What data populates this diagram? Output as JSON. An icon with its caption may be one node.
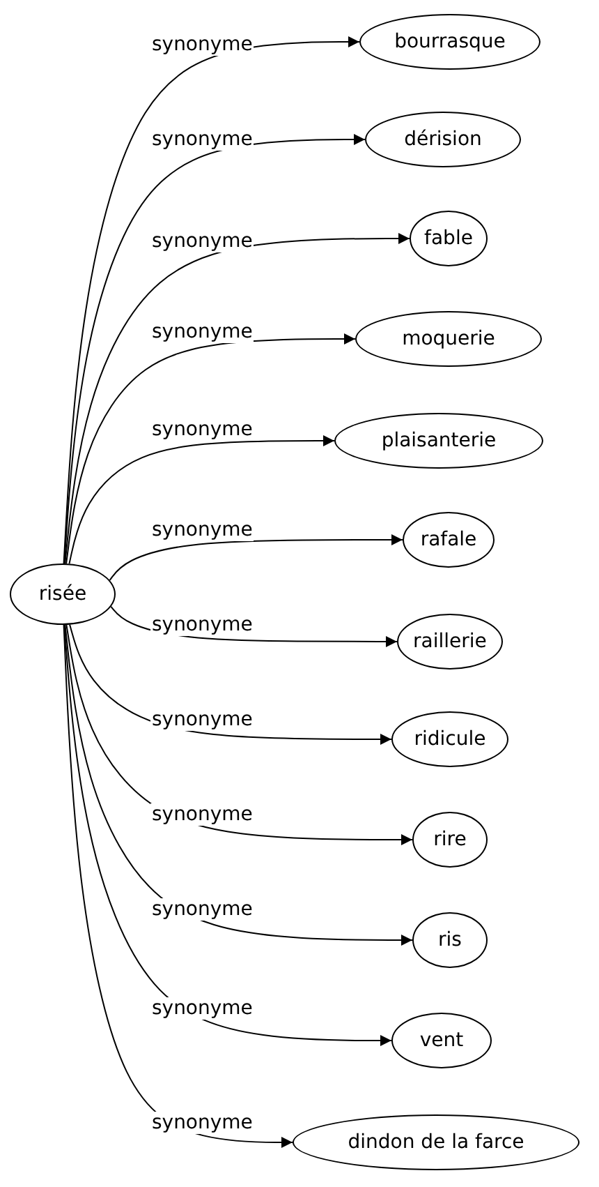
{
  "diagram": {
    "nodes": [
      {
        "text": [
          "risée"
        ]
      },
      {
        "text": [
          "bourrasque"
        ]
      },
      {
        "text": [
          "dérision"
        ]
      },
      {
        "text": [
          "fable"
        ]
      },
      {
        "text": [
          "moquerie"
        ]
      },
      {
        "text": [
          "plaisanterie"
        ]
      },
      {
        "text": [
          "rafale"
        ]
      },
      {
        "text": [
          "raillerie"
        ]
      },
      {
        "text": [
          "ridicule"
        ]
      },
      {
        "text": [
          "rire"
        ]
      },
      {
        "text": [
          "ris"
        ]
      },
      {
        "text": [
          "vent"
        ]
      },
      {
        "text": [
          "dindon de la farce"
        ]
      }
    ],
    "edges": [
      {
        "from": 0,
        "to": 1,
        "arrow": "to",
        "label": "synonyme"
      },
      {
        "from": 0,
        "to": 2,
        "arrow": "to",
        "label": "synonyme"
      },
      {
        "from": 0,
        "to": 3,
        "arrow": "to",
        "label": "synonyme"
      },
      {
        "from": 0,
        "to": 4,
        "arrow": "to",
        "label": "synonyme"
      },
      {
        "from": 0,
        "to": 5,
        "arrow": "to",
        "label": "synonyme"
      },
      {
        "from": 0,
        "to": 6,
        "arrow": "to",
        "label": "synonyme"
      },
      {
        "from": 0,
        "to": 7,
        "arrow": "to",
        "label": "synonyme"
      },
      {
        "from": 0,
        "to": 8,
        "arrow": "to",
        "label": "synonyme"
      },
      {
        "from": 0,
        "to": 9,
        "arrow": "to",
        "label": "synonyme"
      },
      {
        "from": 0,
        "to": 10,
        "arrow": "to",
        "label": "synonyme"
      },
      {
        "from": 0,
        "to": 11,
        "arrow": "to",
        "label": "synonyme"
      },
      {
        "from": 0,
        "to": 12,
        "arrow": "to",
        "label": "synonyme"
      }
    ]
  }
}
